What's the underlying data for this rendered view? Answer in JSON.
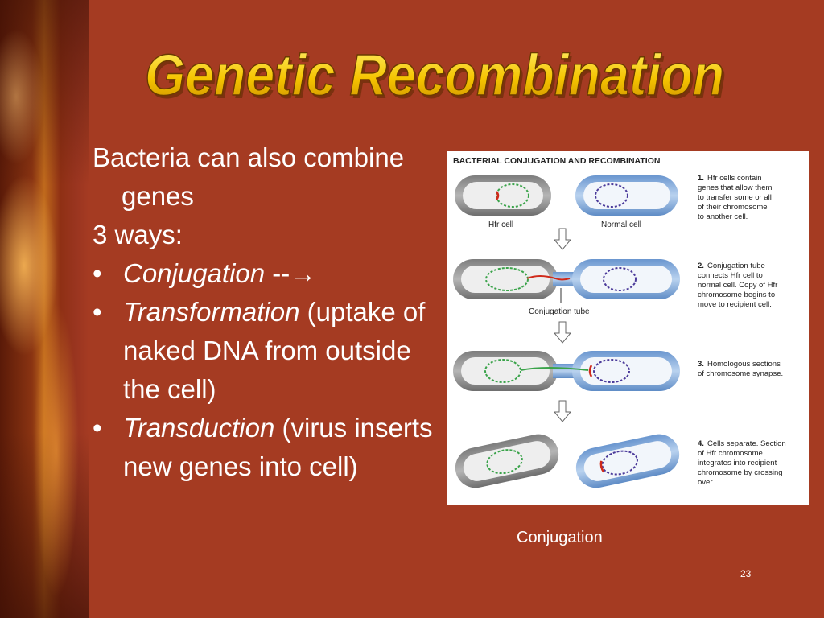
{
  "slide": {
    "title": "Genetic Recombination",
    "body": {
      "intro_lines": [
        "Bacteria can also combine genes",
        "3 ways:"
      ],
      "bullets": [
        {
          "term": "Conjugation",
          "rest": " --→"
        },
        {
          "term": "Transformation",
          "rest": " (uptake of naked DNA from outside the cell)"
        },
        {
          "term": "Transduction",
          "rest": " (virus inserts new genes into cell)"
        }
      ],
      "bullet_glyph": "•"
    },
    "figure": {
      "heading": "BACTERIAL CONJUGATION AND RECOMBINATION",
      "labels": {
        "hfr_cell": "Hfr cell",
        "normal_cell": "Normal cell",
        "conjugation_tube": "Conjugation tube"
      },
      "steps": [
        {
          "number": "1.",
          "lines": [
            "Hfr cells contain",
            "genes that allow them",
            "to transfer some or all",
            "of their chromosome",
            "to another cell."
          ]
        },
        {
          "number": "2.",
          "lines": [
            "Conjugation tube",
            "connects Hfr cell to",
            "normal cell. Copy of Hfr",
            "chromosome begins to",
            "move to recipient cell."
          ]
        },
        {
          "number": "3.",
          "lines": [
            "Homologous sections",
            "of chromosome synapse."
          ]
        },
        {
          "number": "4.",
          "lines": [
            "Cells separate. Section",
            "of Hfr chromosome",
            "integrates into recipient",
            "chromosome by crossing",
            "over."
          ]
        }
      ]
    },
    "caption": "Conjugation",
    "page_number": "23"
  },
  "colors": {
    "background": "#a53b22",
    "title_fill": "#f5c400",
    "title_outline": "#6a3a00",
    "text": "#ffffff",
    "hfr_cell": "#9a9a9a",
    "normal_cell": "#8fb3dd",
    "hfr_dna": "#3aa34a",
    "normal_dna": "#4b3a9a",
    "transfer_dna": "#d02a1a"
  }
}
